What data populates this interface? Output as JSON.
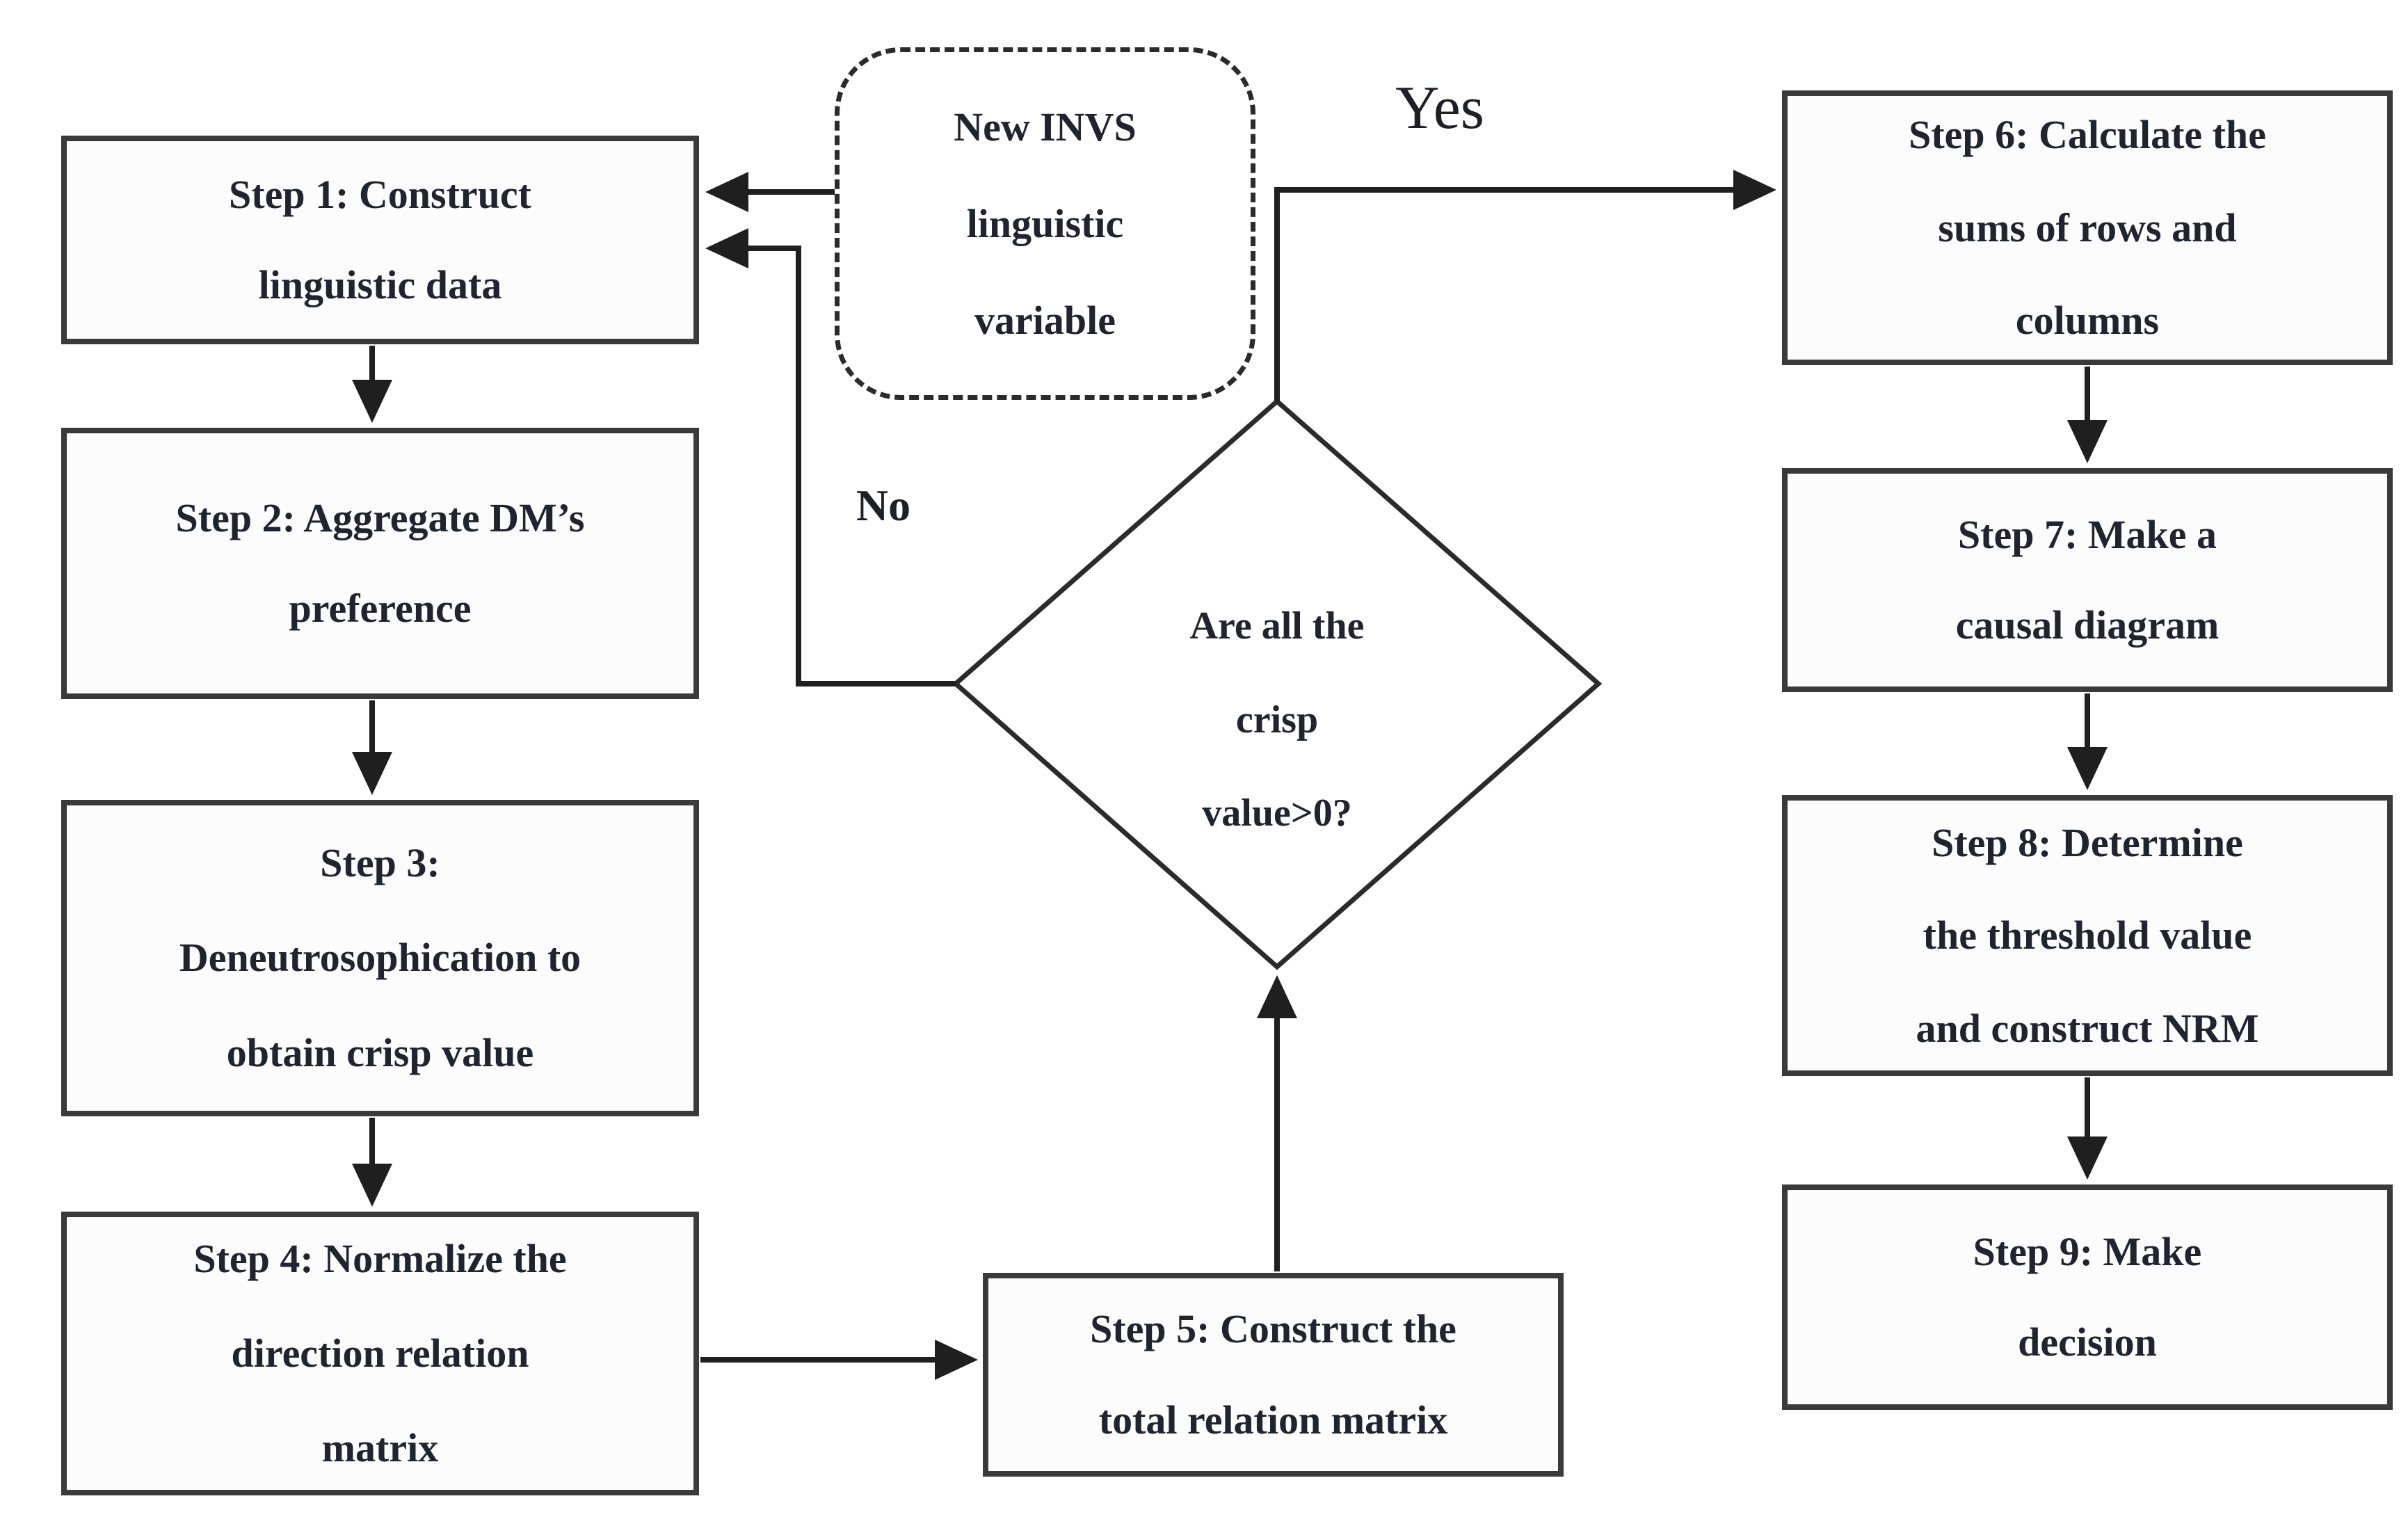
{
  "diagram": {
    "type": "flowchart",
    "background_color": "#ffffff",
    "line_color": "#2b2b2b",
    "text_color": "#20242e",
    "nodes": {
      "step1": {
        "label": "Step 1: Construct\nlinguistic data",
        "shape": "rect"
      },
      "step2": {
        "label": "Step 2: Aggregate DM’s\npreference",
        "shape": "rect"
      },
      "step3": {
        "label": "Step 3:\nDeneutrosophication to\nobtain crisp value",
        "shape": "rect"
      },
      "step4": {
        "label": "Step 4: Normalize the\ndirection relation\nmatrix",
        "shape": "rect"
      },
      "step5": {
        "label": "Step 5: Construct the\ntotal relation matrix",
        "shape": "rect"
      },
      "step6": {
        "label": "Step 6: Calculate the\nsums of rows and\ncolumns",
        "shape": "rect"
      },
      "step7": {
        "label": "Step 7: Make a\ncausal diagram",
        "shape": "rect"
      },
      "step8": {
        "label": "Step 8: Determine\nthe threshold value\nand construct NRM",
        "shape": "rect"
      },
      "step9": {
        "label": "Step 9: Make\ndecision",
        "shape": "rect"
      },
      "new_invs": {
        "label": "New INVS\nlinguistic\nvariable",
        "shape": "rounded-dashed"
      },
      "decision": {
        "label": "Are all the\ncrisp\nvalue>0?",
        "shape": "diamond"
      }
    },
    "labels": {
      "yes": "Yes",
      "no": "No"
    },
    "edges": [
      {
        "from": "step1",
        "to": "step2"
      },
      {
        "from": "step2",
        "to": "step3"
      },
      {
        "from": "step3",
        "to": "step4"
      },
      {
        "from": "step4",
        "to": "step5"
      },
      {
        "from": "step5",
        "to": "decision"
      },
      {
        "from": "decision",
        "to": "step6",
        "label": "Yes"
      },
      {
        "from": "decision",
        "to": "step1",
        "label": "No"
      },
      {
        "from": "new_invs",
        "to": "step1"
      },
      {
        "from": "step6",
        "to": "step7"
      },
      {
        "from": "step7",
        "to": "step8"
      },
      {
        "from": "step8",
        "to": "step9"
      }
    ]
  }
}
